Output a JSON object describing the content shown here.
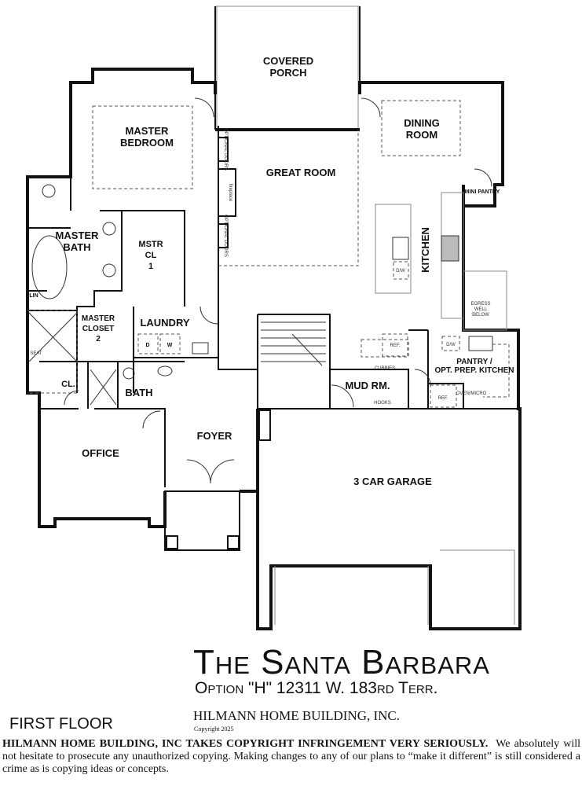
{
  "plan": {
    "title": "The Santa Barbara",
    "subtitle": "Option \"H\"  12311 W. 183rd Terr.",
    "company": "HILMANN HOME BUILDING, INC.",
    "copyright": "Copyright 2025",
    "floor_label": "FIRST FLOOR"
  },
  "notice": {
    "bold": "HILMANN HOME BUILDING, INC TAKES COPYRIGHT INFRINGEMENT VERY SERIOUSLY.",
    "text": "We absolutely will not hesitate to prosecute any unauthorized copying.  Making changes to any of our plans to “make it different” is still considered a crime as is copying ideas or concepts."
  },
  "rooms": {
    "porch_1": "COVERED",
    "porch_2": "PORCH",
    "master_bed_1": "MASTER",
    "master_bed_2": "BEDROOM",
    "dining_1": "DINING",
    "dining_2": "ROOM",
    "great_room": "GREAT ROOM",
    "kitchen": "KITCHEN",
    "mini_pantry": "MINI PANTRY",
    "master_bath_1": "MASTER",
    "master_bath_2": "BATH",
    "mstr_cl_1": "MSTR",
    "mstr_cl_2": "CL",
    "mstr_cl_3": "1",
    "lin": "LIN",
    "master_closet_1": "MASTER",
    "master_closet_2": "CLOSET",
    "master_closet_3": "2",
    "laundry": "LAUNDRY",
    "bath": "BATH",
    "cl": "CL.",
    "mud_rm": "MUD RM.",
    "pantry_1": "PANTRY /",
    "pantry_2": "OPT. PREP. KITCHEN",
    "office": "OFFICE",
    "foyer": "FOYER",
    "garage": "3 CAR GARAGE"
  },
  "fixtures": {
    "ref": "REF.",
    "dw": "D/W",
    "cubbies": "CUBBIES",
    "hooks": "HOOKS",
    "oven_micro": "OVEN/MICRO",
    "egress_1": "EGRESS",
    "egress_2": "WELL",
    "egress_3": "BELOW",
    "washer": "W",
    "dryer": "D",
    "optional_doors": "OPTIONAL DOORS",
    "fireplace": "fireplace",
    "seat": "SEAT"
  }
}
